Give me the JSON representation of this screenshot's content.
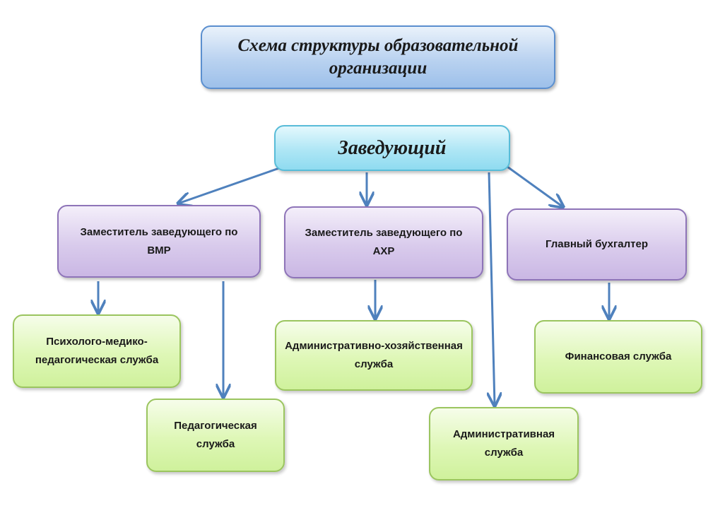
{
  "title": "Схема структуры образовательной организации",
  "head": "Заведующий",
  "deputies": {
    "vmr": "Заместитель заведующего по ВМР",
    "ahr": "Заместитель заведующего по АХР",
    "accountant": "Главный бухгалтер"
  },
  "services": {
    "pmp": "Психолого-медико-педагогическая служба",
    "pedagogical": "Педагогическая служба",
    "admin_household": "Административно-хозяйственная служба",
    "administrative": "Административная служба",
    "financial": "Финансовая служба"
  },
  "colors": {
    "title_fill": "#b9d2f0",
    "head_fill": "#aee6f5",
    "deputy_fill": "#d9cbec",
    "service_fill": "#def7b6",
    "arrow": "#4f81bd"
  }
}
